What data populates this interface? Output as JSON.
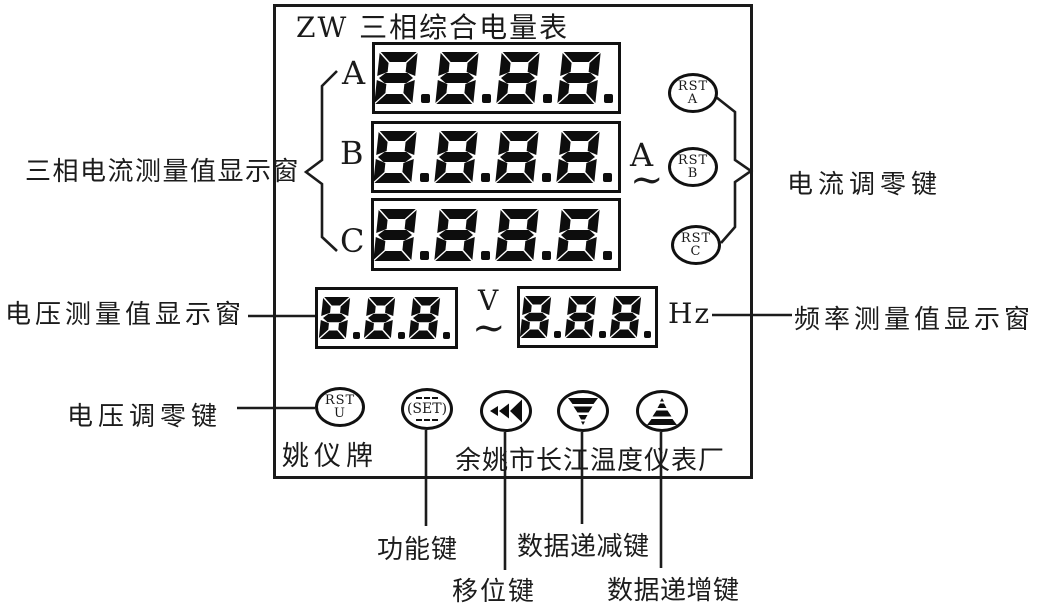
{
  "panel": {
    "title": "ZW 三相综合电量表",
    "brand": "姚仪牌",
    "factory": "余姚市长江温度仪表厂",
    "displays": {
      "current": [
        {
          "phase": "A",
          "value": "8.8.8.8."
        },
        {
          "phase": "B",
          "value": "8.8.8.8."
        },
        {
          "phase": "C",
          "value": "8.8.8.8."
        }
      ],
      "current_unit": "A",
      "current_unit_tilde": "~",
      "voltage": {
        "value": "8.8.8.",
        "unit": "V",
        "tilde": "~"
      },
      "frequency": {
        "value": "8.8.8.",
        "unit": "Hz"
      }
    },
    "buttons": {
      "rst_a": {
        "line1": "RST",
        "line2": "A"
      },
      "rst_b": {
        "line1": "RST",
        "line2": "B"
      },
      "rst_c": {
        "line1": "RST",
        "line2": "C"
      },
      "rst_u": {
        "line1": "RST",
        "line2": "U"
      },
      "set": {
        "label": "(SET)"
      },
      "shift_icon": "triple-left-arrow",
      "down_icon": "striped-down-arrow",
      "up_icon": "striped-up-arrow"
    }
  },
  "annotations": {
    "current_window": "三相电流测量值显示窗",
    "voltage_window": "电压测量值显示窗",
    "frequency_window": "频率测量值显示窗",
    "current_zero": "电流调零键",
    "voltage_zero": "电压调零键",
    "function_key": "功能键",
    "shift_key": "移位键",
    "decrement_key": "数据递减键",
    "increment_key": "数据递增键"
  },
  "colors": {
    "ink": "#1a1a1a",
    "background": "#ffffff"
  }
}
